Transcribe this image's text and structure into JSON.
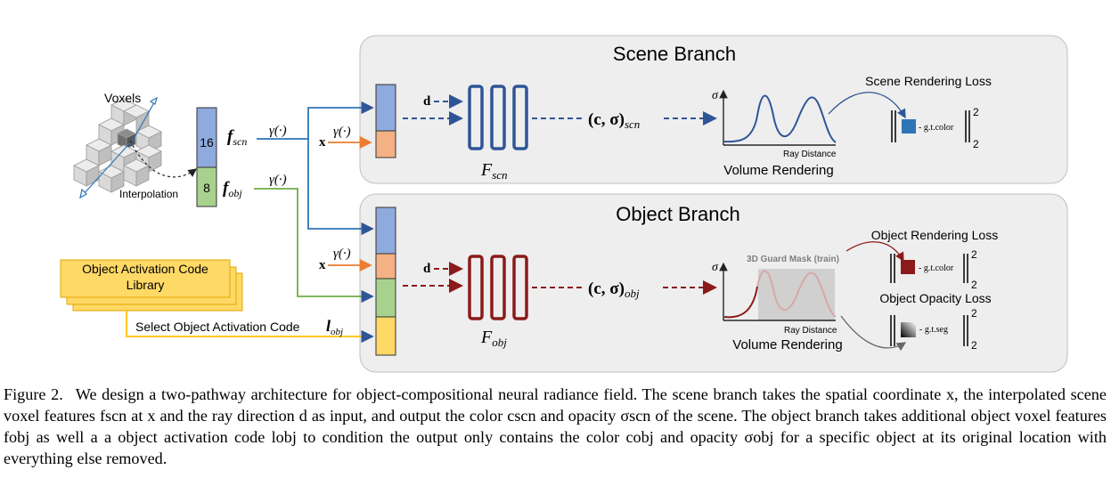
{
  "diagram": {
    "scene_branch": {
      "title": "Scene Branch",
      "dir_label": "d",
      "net_label": "F",
      "net_sub": "scn",
      "output_label": "(c, σ)",
      "output_sub": "scn",
      "y_axis": "σ",
      "x_axis": "Ray Distance",
      "caption": "Volume Rendering",
      "loss_title": "Scene Rendering Loss",
      "loss_term": "- g.t.color",
      "exp_top": "2",
      "exp_bottom": "2"
    },
    "object_branch": {
      "title": "Object Branch",
      "dir_label": "d",
      "net_label": "F",
      "net_sub": "obj",
      "output_label": "(c, σ)",
      "output_sub": "obj",
      "y_axis": "σ",
      "x_axis": "Ray Distance",
      "caption": "Volume Rendering",
      "mask_label": "3D Guard Mask (train)",
      "loss1_title": "Object Rendering Loss",
      "loss1_term": "- g.t.color",
      "loss2_title": "Object Opacity Loss",
      "loss2_term": "- g.t.seg",
      "exp_top": "2",
      "exp_bottom": "2"
    },
    "voxels_label": "Voxels",
    "interpolation_label": "Interpolation",
    "feat_scn_dim": "16",
    "feat_obj_dim": "8",
    "feat_scn_label": "f",
    "feat_scn_sub": "scn",
    "feat_obj_label": "f",
    "feat_obj_sub": "obj",
    "gamma": "γ(·)",
    "x_label": "x",
    "library_line1": "Object Activation Code",
    "library_line2": "Library",
    "select_label": "Select Object Activation Code",
    "select_code": "l",
    "select_code_sub": "obj",
    "colors": {
      "scene_blue": "#2f5597",
      "object_red": "#8b1a1a",
      "feat_blue": "#8faadc",
      "feat_orange": "#f4b183",
      "feat_green": "#a9d18e",
      "feat_yellow": "#ffd966",
      "arrow_orange": "#ed7d31",
      "arrow_green": "#70ad47",
      "arrow_yellow": "#ffc000",
      "panel_bg": "#eeeeee"
    }
  },
  "caption": {
    "label": "Figure 2.",
    "text": "We design a two-pathway architecture for object-compositional neural radiance field. The scene branch takes the spatial coordinate x, the interpolated scene voxel features fscn at x and the ray direction d as input, and output the color cscn and opacity σscn of the scene. The object branch takes additional object voxel features fobj as well a a object activation code lobj to condition the output only contains the color cobj and opacity σobj for a specific object at its original location with everything else removed."
  }
}
